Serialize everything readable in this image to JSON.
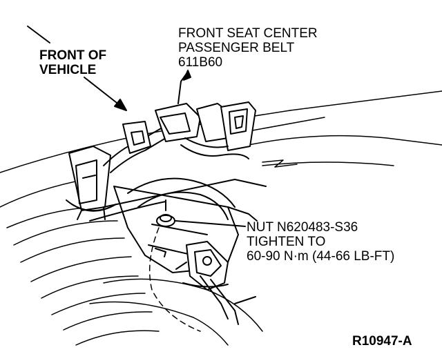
{
  "labels": {
    "front_of_vehicle": [
      "FRONT OF",
      "VEHICLE"
    ],
    "belt": [
      "FRONT SEAT CENTER",
      "PASSENGER BELT",
      "611B60"
    ],
    "nut": [
      "NUT N620483-S36",
      "TIGHTEN TO",
      "60-90 N·m (44-66 LB-FT)"
    ],
    "figure_id": "R10947-A"
  },
  "colors": {
    "ink": "#000000",
    "paper": "#ffffff"
  }
}
